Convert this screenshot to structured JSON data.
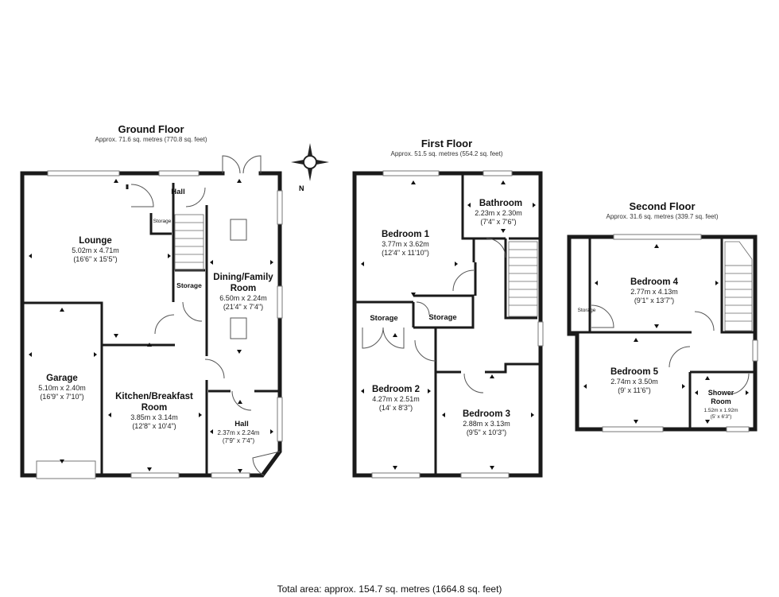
{
  "floors": {
    "ground": {
      "title": "Ground Floor",
      "area": "Approx. 71.6 sq. metres (770.8 sq. feet)",
      "rooms": {
        "hall_top": {
          "name": "Hall"
        },
        "storage_small": {
          "name": "Storage"
        },
        "lounge": {
          "name": "Lounge",
          "metric": "5.02m x 4.71m",
          "imperial": "(16'6\" x 15'5\")"
        },
        "storage_mid": {
          "name": "Storage"
        },
        "dining_line1": {
          "name": "Dining/Family"
        },
        "dining_line2": {
          "name": "Room"
        },
        "dining": {
          "metric": "6.50m x 2.24m",
          "imperial": "(21'4\" x 7'4\")"
        },
        "garage": {
          "name": "Garage",
          "metric": "5.10m x 2.40m",
          "imperial": "(16'9\" x 7'10\")"
        },
        "kitchen_line1": {
          "name": "Kitchen/Breakfast"
        },
        "kitchen_line2": {
          "name": "Room"
        },
        "kitchen": {
          "metric": "3.85m x 3.14m",
          "imperial": "(12'8\" x 10'4\")"
        },
        "hall_bottom": {
          "name": "Hall",
          "metric": "2.37m x 2.24m",
          "imperial": "(7'9\" x 7'4\")"
        }
      }
    },
    "first": {
      "title": "First Floor",
      "area": "Approx. 51.5 sq. metres (554.2 sq. feet)",
      "rooms": {
        "bedroom1": {
          "name": "Bedroom 1",
          "metric": "3.77m x 3.62m",
          "imperial": "(12'4\" x 11'10\")"
        },
        "bathroom": {
          "name": "Bathroom",
          "metric": "2.23m x 2.30m",
          "imperial": "(7'4\" x 7'6\")"
        },
        "storage_left": {
          "name": "Storage"
        },
        "storage_right": {
          "name": "Storage"
        },
        "bedroom2": {
          "name": "Bedroom 2",
          "metric": "4.27m x 2.51m",
          "imperial": "(14' x 8'3\")"
        },
        "bedroom3": {
          "name": "Bedroom 3",
          "metric": "2.88m x 3.13m",
          "imperial": "(9'5\" x 10'3\")"
        }
      }
    },
    "second": {
      "title": "Second Floor",
      "area": "Approx. 31.6 sq. metres (339.7 sq. feet)",
      "rooms": {
        "bedroom4": {
          "name": "Bedroom 4",
          "metric": "2.77m x 4.13m",
          "imperial": "(9'1\" x 13'7\")"
        },
        "storage": {
          "name": "Storage"
        },
        "bedroom5": {
          "name": "Bedroom 5",
          "metric": "2.74m x 3.50m",
          "imperial": "(9' x 11'6\")"
        },
        "shower_line1": {
          "name": "Shower"
        },
        "shower_line2": {
          "name": "Room"
        },
        "shower": {
          "metric": "1.52m x 1.92m",
          "imperial": "(5' x 6'3\")"
        }
      }
    }
  },
  "compass": {
    "north_label": "N"
  },
  "total_area": "Total area: approx. 154.7 sq. metres (1664.8 sq. feet)",
  "colors": {
    "wall": "#1a1a1a",
    "background": "#ffffff",
    "window": "#777777"
  }
}
